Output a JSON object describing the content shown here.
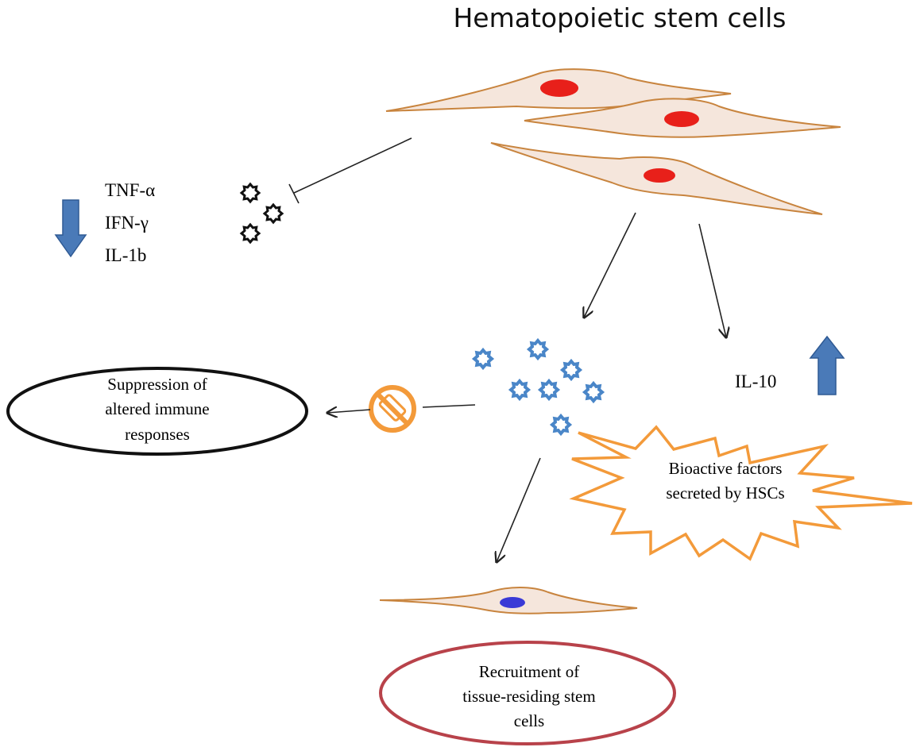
{
  "title": "Hematopoietic stem cells",
  "cytokines_down": [
    "TNF-α",
    "IFN-γ",
    "IL-1b"
  ],
  "cytokine_up": "IL-10",
  "suppression": [
    "Suppression of",
    "altered immune",
    "responses"
  ],
  "bioactive": [
    "Bioactive factors",
    "secreted by HSCs"
  ],
  "recruitment": [
    "Recruitment of",
    "tissue-residing stem",
    "cells"
  ],
  "colors": {
    "cell_fill": "#f5e6dc",
    "cell_edge": "#c8843e",
    "hsc_nucleus": "#e8201a",
    "tissue_nucleus": "#3a3ad6",
    "blue_arrow": "#4a7ab8",
    "blue_factor": "#4a86c8",
    "burst": "#f39a3a",
    "recruitment_oval": "#b8424a"
  },
  "icons": {
    "down_arrow": "down-arrow-icon",
    "up_arrow": "up-arrow-icon",
    "inhibition": "no-symbol-icon",
    "factor": "gear-icon"
  }
}
